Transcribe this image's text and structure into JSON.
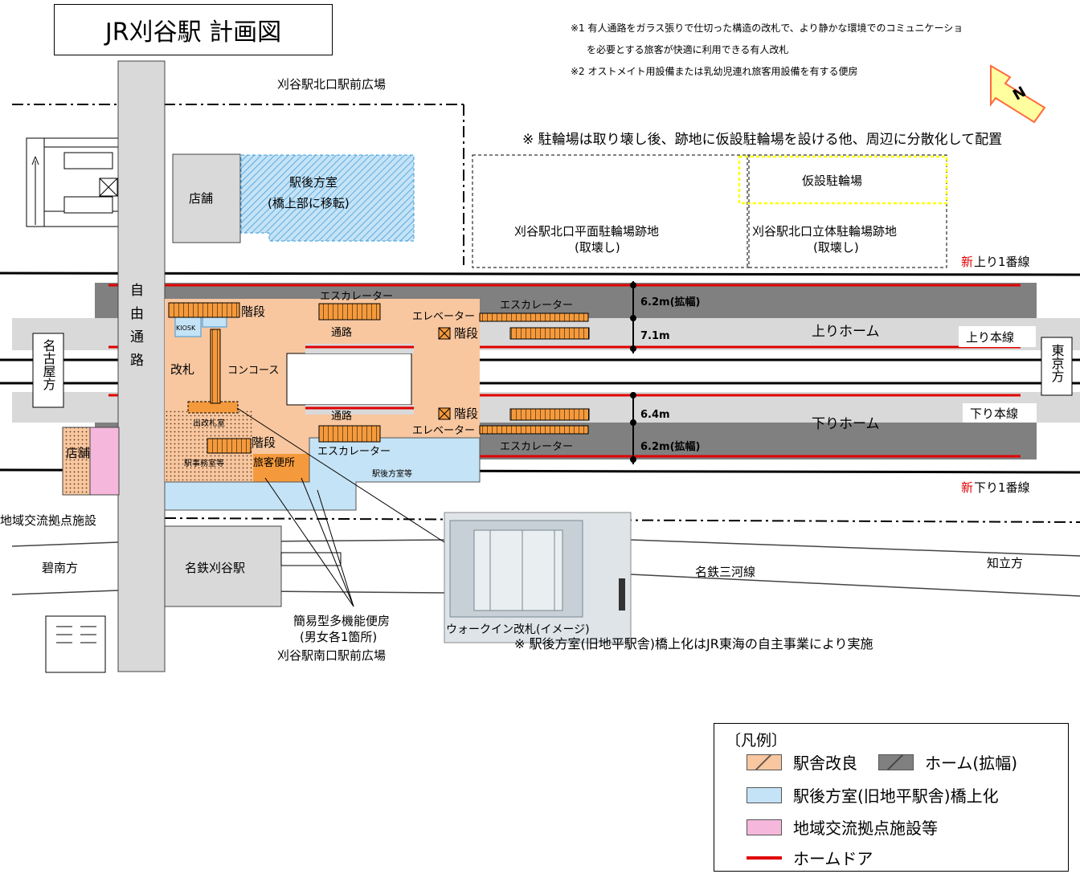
{
  "title": "JR刈谷駅 計画図",
  "notes": {
    "n1a": "※1  有人通路をガラス張りで仕切った構造の改札で、より静かな環境でのコミュニケーショ",
    "n1b": "を必要とする旅客が快適に利用できる有人改札",
    "n2": "※2  オストメイト用設備または乳幼児連れ旅客用設備を有する便房",
    "parking_note": "※ 駐輪場は取り壊し後、跡地に仮設駐輪場を設ける他、周辺に分散化して配置",
    "rear_note": "※ 駅後方室(旧地平駅舎)橋上化はJR東海の自主事業により実施"
  },
  "north": "N",
  "places": {
    "north_plaza": "刈谷駅北口駅前広場",
    "south_plaza": "刈谷駅南口駅前広場",
    "shop": "店舗",
    "rear_room_1": "駅後方室",
    "rear_room_2": "(橋上部に移転)",
    "temp_bike": "仮設駐輪場",
    "flat_bike_1": "刈谷駅北口平面駐輪場跡地",
    "flat_bike_2": "(取壊し)",
    "multi_bike_1": "刈谷駅北口立体駐輪場跡地",
    "multi_bike_2": "(取壊し)",
    "free_passage": "自由通路",
    "nagoya": "名古屋方",
    "tokyo": "東京方",
    "hekinan": "碧南方",
    "chiryu": "知立方",
    "meitetsu_station": "名鉄刈谷駅",
    "mikawa_line": "名鉄三河線",
    "community": "地域交流拠点施設",
    "toilet_1": "簡易型多機能便房",
    "toilet_2": "(男女各1箇所)",
    "walkin_caption": "ウォークイン改札(イメージ)"
  },
  "tracks": {
    "new_prefix": "新",
    "up1": "上り1番線",
    "down1": "下り1番線",
    "up_main": "上り本線",
    "down_main": "下り本線",
    "up_platform": "上りホーム",
    "down_platform": "下りホーム"
  },
  "widths": {
    "w1": "6.2m(拡幅)",
    "w2": "7.1m",
    "w3": "6.4m",
    "w4": "6.2m(拡幅)"
  },
  "facilities": {
    "stairs": "階段",
    "escalator": "エスカレーター",
    "elevator": "エレベーター",
    "passage": "通路",
    "concourse": "コンコース",
    "gate": "改札",
    "exit_gate_room": "出改札室",
    "staff_room": "駅事務室等",
    "toilet": "旅客便所",
    "kiosk": "KIOSK",
    "rear_rooms": "駅後方室等"
  },
  "legend": {
    "heading": "〔凡例〕",
    "improve": "駅舎改良",
    "platform": "ホーム(拡幅)",
    "rear": "駅後方室(旧地平駅舎)橋上化",
    "community": "地域交流拠点施設等",
    "door": "ホームドア"
  },
  "colors": {
    "improve": "#f8c7a0",
    "orange": "#f59a3c",
    "platform_gray": "#808080",
    "light_gray": "#d9d9d9",
    "rear_blue": "#c5e3f6",
    "pink": "#f6b7dc",
    "door_red": "#e00000",
    "temp_yellow": "#ffff00"
  }
}
